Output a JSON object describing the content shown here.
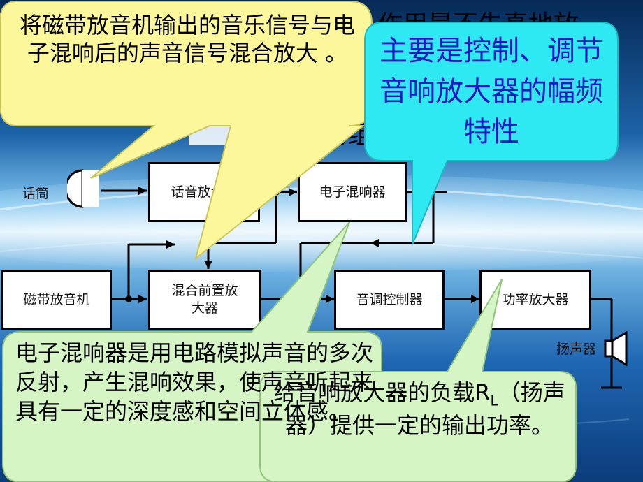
{
  "colors": {
    "sky_top": "#0b3f7a",
    "sky_mid": "#3a8fd0",
    "horizon": "#dff1fb",
    "yellow_callout": "#fbf79a",
    "green_callout": "#d5f5c4",
    "cyan_callout": "#2ee8f2",
    "cyan_text": "#1818c8",
    "wire": "#000000"
  },
  "background_text": {
    "behind_top": "作用是不失真地放",
    "behind_mid": "间的组"
  },
  "blocks": {
    "mic_label": "话筒",
    "speech_amp": "话音放大器",
    "reverb": "电子混响器",
    "tape_player": "磁带放音机",
    "mix_preamp": "混合前置放大器",
    "tone_ctrl": "音调控制器",
    "power_amp": "功率放大器",
    "speaker_label": "扬声器"
  },
  "callouts": {
    "mix": "将磁带放音机输出的音乐信号与电子混响后的声音信号混合放大 。",
    "tone": "主要是控制、调节音响放大器的幅频特性",
    "reverb": "电子混响器是用电路模拟声音的多次反射，产生混响效果，使声音听起来具有一定的深度感和空间立体感。",
    "power_1": "给音响放大器的负载R",
    "power_sub": "L",
    "power_2": "（扬声器）提供一定的输出功率。"
  }
}
